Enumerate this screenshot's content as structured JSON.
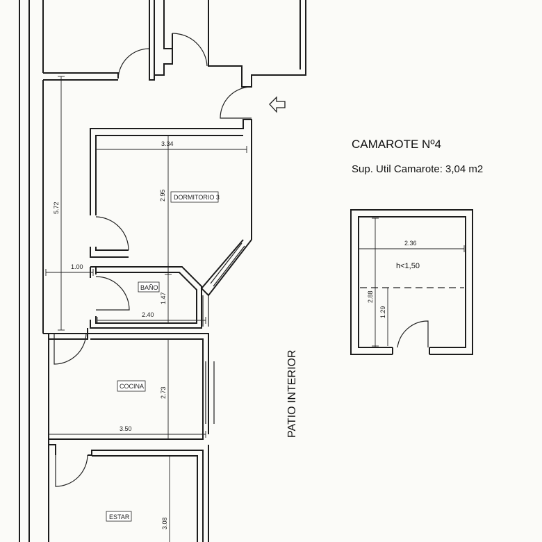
{
  "storage_unit": {
    "title": "CAMAROTE  Nº4",
    "surface": "Sup. Util Camarote: 3,04 m2",
    "height_note": "h<1,50",
    "dims": {
      "width": "2.36",
      "depth": "2.88",
      "low_depth": "1.29"
    }
  },
  "courtyard_label": "PATIO INTERIOR",
  "rooms": {
    "bedroom": {
      "label": "DORMITORIO 3",
      "width": "3.34",
      "depth": "2.95"
    },
    "bathroom": {
      "label": "BAÑO",
      "width": "2.40",
      "depth": "1.47"
    },
    "kitchen": {
      "label": "COCINA",
      "width": "3.50",
      "depth": "2.73"
    },
    "living": {
      "label": "ESTAR",
      "depth": "3.08"
    }
  },
  "hall": {
    "length": "5.72",
    "width": "1.00"
  },
  "colors": {
    "line": "#1c1c1c",
    "paper": "#fbfbf8"
  }
}
